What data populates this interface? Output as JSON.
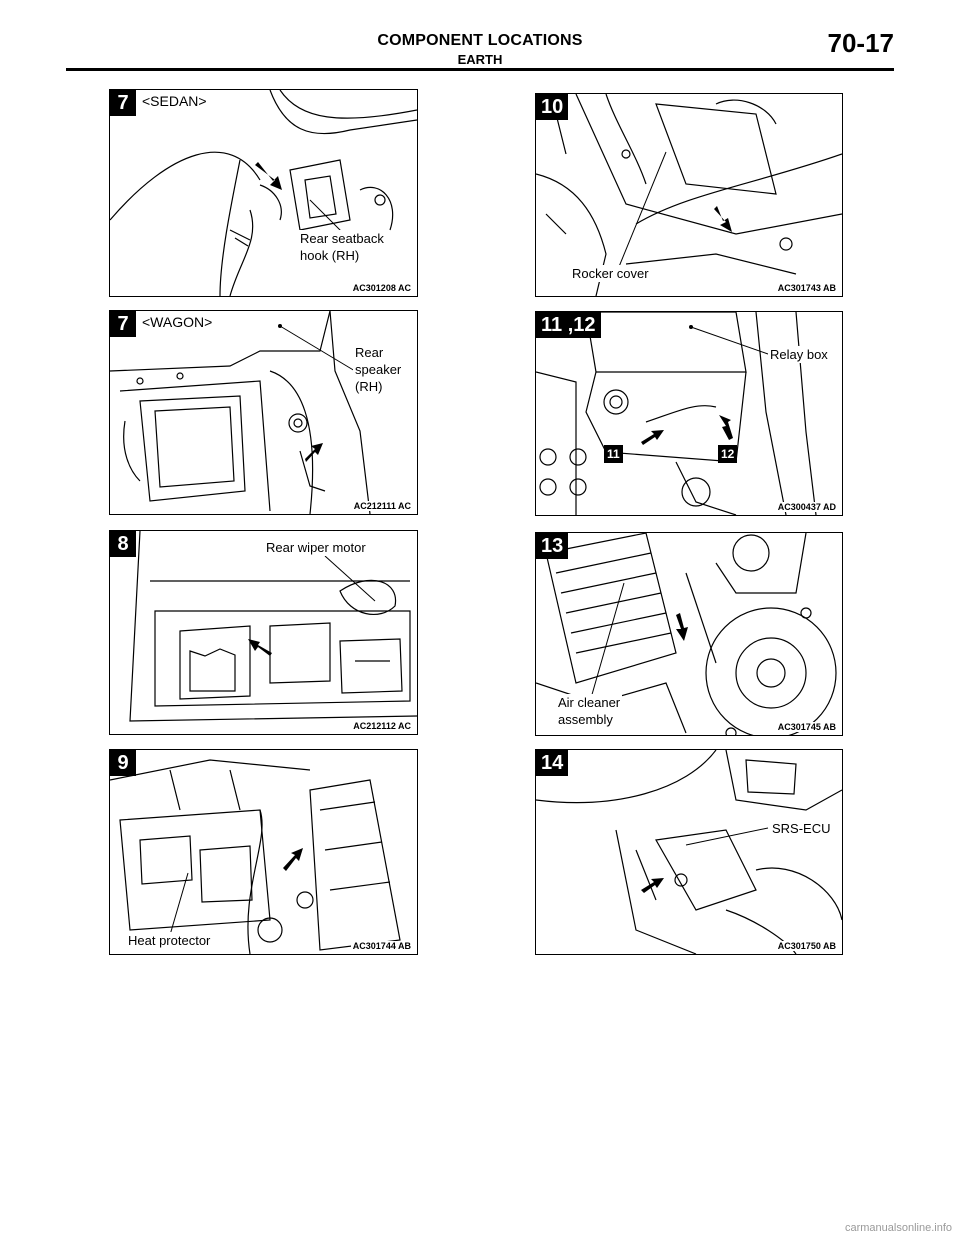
{
  "header": {
    "title": "COMPONENT LOCATIONS",
    "subtitle": "EARTH",
    "page_number": "70-17"
  },
  "panels": [
    {
      "number": "7",
      "variant": "<SEDAN>",
      "callouts": [
        "Rear seatback\nhook (RH)"
      ],
      "code": "AC301208 AC"
    },
    {
      "number": "10",
      "callouts": [
        "Rocker cover"
      ],
      "code": "AC301743 AB"
    },
    {
      "number": "7",
      "variant": "<WAGON>",
      "callouts": [
        "Rear\nspeaker\n(RH)"
      ],
      "code": "AC212111 AC"
    },
    {
      "number": "11 ,12",
      "callouts": [
        "Relay box"
      ],
      "sub_badges": [
        "11",
        "12"
      ],
      "code": "AC300437 AD"
    },
    {
      "number": "8",
      "callouts": [
        "Rear wiper motor"
      ],
      "code": "AC212112 AC"
    },
    {
      "number": "13",
      "callouts": [
        "Air cleaner\nassembly"
      ],
      "code": "AC301745 AB"
    },
    {
      "number": "9",
      "callouts": [
        "Heat protector"
      ],
      "code": "AC301744 AB"
    },
    {
      "number": "14",
      "callouts": [
        "SRS-ECU"
      ],
      "code": "AC301750 AB"
    }
  ],
  "footer": {
    "watermark": "carmanualsonline.info"
  }
}
